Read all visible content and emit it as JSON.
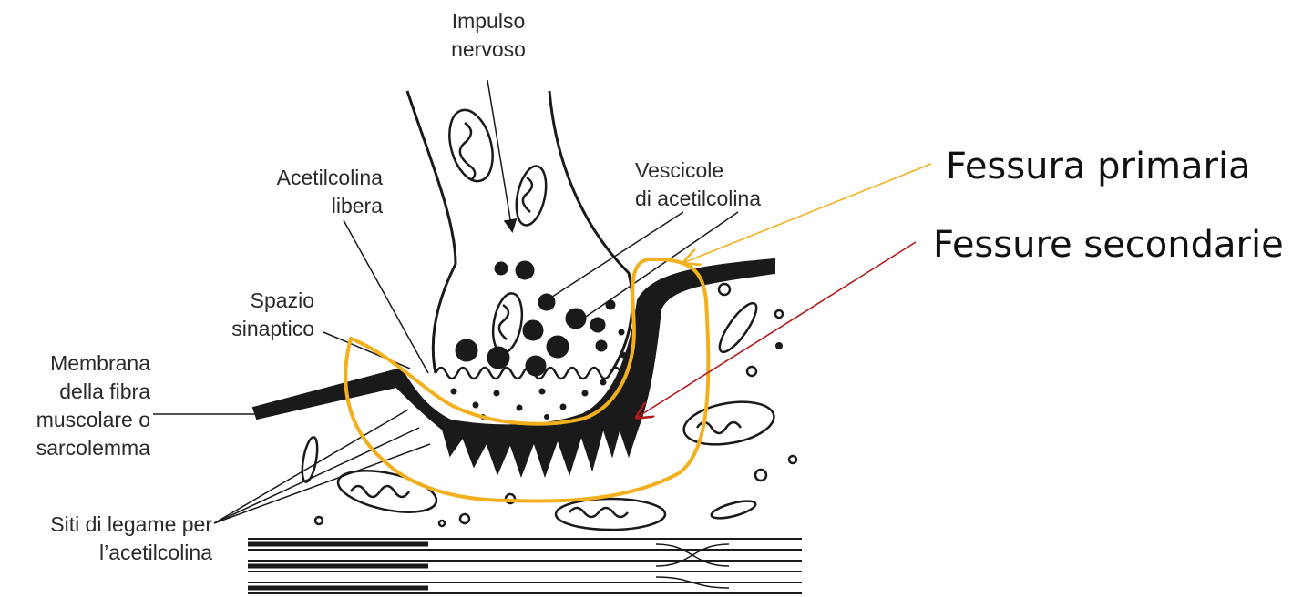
{
  "labels": {
    "impulse": [
      "Impulso",
      "nervoso"
    ],
    "free_ach": [
      "Acetilcolina",
      "libera"
    ],
    "vesicles": [
      "Vescicole",
      "di acetilcolina"
    ],
    "cleft": [
      "Spazio",
      "sinaptico"
    ],
    "membrane": [
      "Membrana",
      "della fibra",
      "muscolare o",
      "sarcolemma"
    ],
    "binding_sites": [
      "Siti di legame per",
      "l’acetilcolina"
    ]
  },
  "annotations": {
    "primary": "Fessura primaria",
    "secondary": "Fessure secondarie"
  },
  "colors": {
    "ink": "#1a1a1a",
    "highlight": "#f2b01e",
    "primary_arrow": "#f2b01e",
    "secondary_arrow": "#b01818"
  }
}
